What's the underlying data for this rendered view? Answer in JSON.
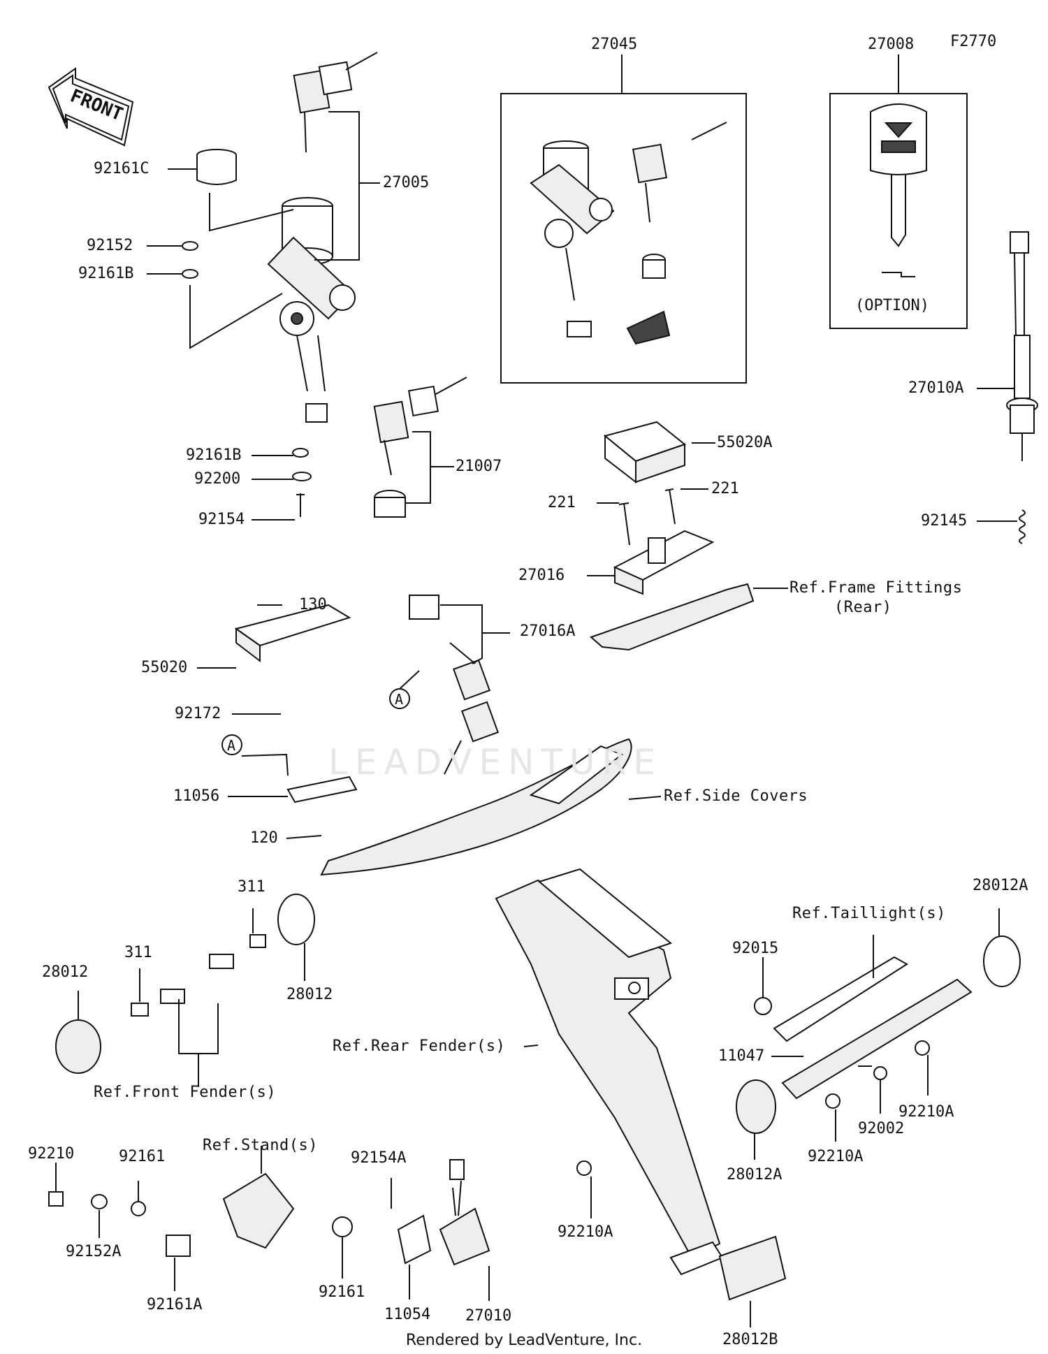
{
  "diagram_id": "F2770",
  "front_arrow": "FRONT",
  "watermark": "LEADVENTURE",
  "footer": "Rendered by LeadVenture, Inc.",
  "option_label": "(OPTION)",
  "circle_ref": "A",
  "parts": {
    "p27045": "27045",
    "p27008": "27008",
    "p27005": "27005",
    "p92161C": "92161C",
    "p92152": "92152",
    "p92161B_top": "92161B",
    "p92161B_mid": "92161B",
    "p92200": "92200",
    "p92154": "92154",
    "p21007": "21007",
    "p55020A": "55020A",
    "p221_left": "221",
    "p221_right": "221",
    "p27016": "27016",
    "p27010A": "27010A",
    "p92145": "92145",
    "p130": "130",
    "p55020": "55020",
    "p27016A": "27016A",
    "p92172": "92172",
    "p11056": "11056",
    "p120": "120",
    "p311_top": "311",
    "p311_left": "311",
    "p28012_left": "28012",
    "p28012_mid": "28012",
    "p28012A_top": "28012A",
    "p92015": "92015",
    "p11047": "11047",
    "p92002": "92002",
    "p92210A_right": "92210A",
    "p92210A_mid": "92210A",
    "p28012A_bottom": "28012A",
    "p92210": "92210",
    "p92161_left": "92161",
    "p92152A": "92152A",
    "p92161A": "92161A",
    "p92161_mid": "92161",
    "p92154A": "92154A",
    "p11054": "11054",
    "p27010": "27010",
    "p92210A_bottom": "92210A",
    "p28012B": "28012B"
  },
  "refs": {
    "frame_fittings": "Ref.Frame Fittings",
    "frame_fittings_sub": "(Rear)",
    "side_covers": "Ref.Side Covers",
    "taillight": "Ref.Taillight(s)",
    "rear_fender": "Ref.Rear Fender(s)",
    "front_fender": "Ref.Front Fender(s)",
    "stand": "Ref.Stand(s)"
  }
}
